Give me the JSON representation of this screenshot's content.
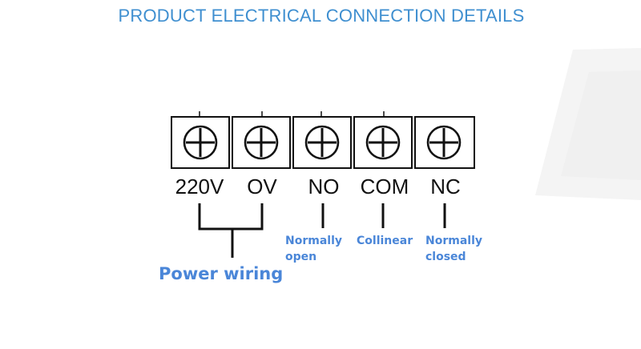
{
  "title": "PRODUCT ELECTRICAL CONNECTION DETAILS",
  "terminals": [
    {
      "label": "220V"
    },
    {
      "label": "OV"
    },
    {
      "label": "NO"
    },
    {
      "label": "COM"
    },
    {
      "label": "NC"
    }
  ],
  "descriptions": {
    "no": [
      "Normally",
      "open"
    ],
    "com": [
      "Collinear"
    ],
    "nc": [
      "Normally",
      "closed"
    ]
  },
  "power_label": "Power wiring",
  "colors": {
    "title": "#3f8fd0",
    "annotation": "#4a86d8",
    "line": "#111111",
    "watermark": "#f1f1f1"
  },
  "icons": {
    "screw": "screw-terminal-icon"
  }
}
